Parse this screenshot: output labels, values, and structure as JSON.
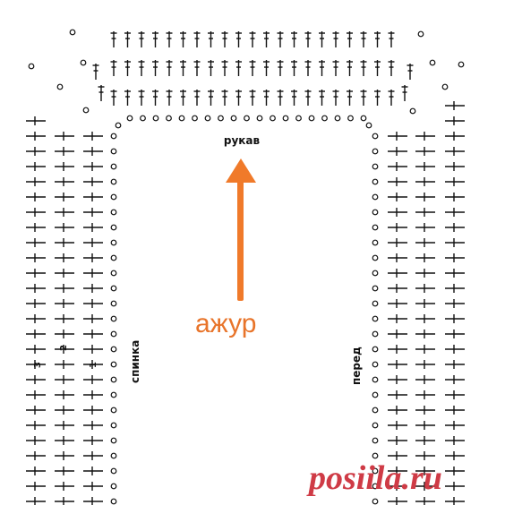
{
  "labels": {
    "sleeve": "рукав",
    "back": "спинка",
    "front": "перед",
    "azhur": "ажур",
    "watermark": "posiila.ru",
    "row_markers": [
      "3",
      "2",
      "1"
    ]
  },
  "colors": {
    "symbols": "#111111",
    "arrow": "#f07a2a",
    "azhur_text": "#e8742a",
    "watermark": "#cf3b46",
    "background": "#ffffff"
  },
  "symbols": {
    "stitch": "double-crochet",
    "chain": "chain-loop"
  }
}
